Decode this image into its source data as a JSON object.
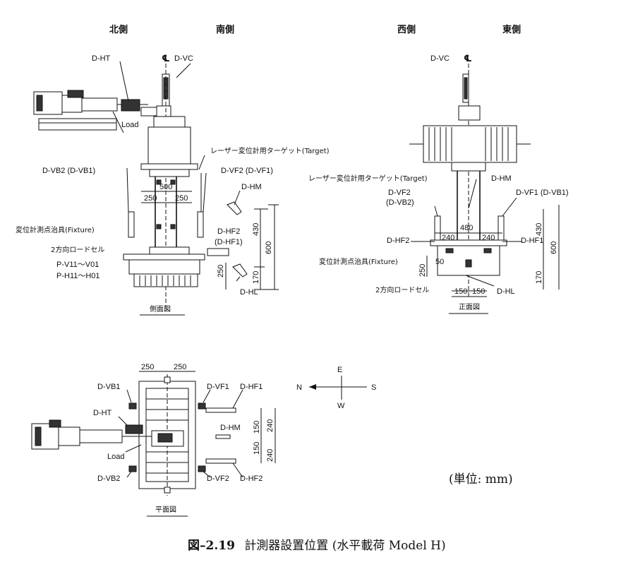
{
  "headers": {
    "north": "北側",
    "south": "南側",
    "west": "西側",
    "east": "東側"
  },
  "side_view": {
    "title": "側面図",
    "labels": {
      "dht": "D-HT",
      "cl": "℄",
      "dvc": "D-VC",
      "load": "Load",
      "dvb": "D-VB2 (D-VB1)",
      "target": "レーザー変位計用ターゲット(Target)",
      "dvf": "D-VF2 (D-VF1)",
      "dhm": "D-HM",
      "fixture": "変位計測点治具(Fixture)",
      "dhf2": "D-HF2",
      "dhf1": "(D-HF1)",
      "loadcell": "2方向ロードセル",
      "pv": "P-V11～V01",
      "ph": "P-H11～H01",
      "dhl": "D-HL"
    },
    "dims": {
      "d500": "500",
      "d250a": "250",
      "d250b": "250",
      "d430": "430",
      "d600": "600",
      "d170": "170",
      "d250c": "250"
    }
  },
  "front_view": {
    "title": "正面図",
    "labels": {
      "dvc": "D-VC",
      "cl": "℄",
      "target": "レーザー変位計用ターゲット(Target)",
      "dhm": "D-HM",
      "dvf2": "D-VF2",
      "dvb2": "(D-VB2)",
      "dvf1": "D-VF1 (D-VB1)",
      "dhf2": "D-HF2",
      "dhf1": "D-HF1",
      "fixture": "変位計測点治具(Fixture)",
      "loadcell": "2方向ロードセル",
      "dhl": "D-HL"
    },
    "dims": {
      "d480": "480",
      "d240a": "240",
      "d240b": "240",
      "d430": "430",
      "d600": "600",
      "d170": "170",
      "d250": "250",
      "d50": "50",
      "d150a": "150",
      "d150b": "150"
    }
  },
  "plan_view": {
    "title": "平面図",
    "labels": {
      "dvb1": "D-VB1",
      "dvf1": "D-VF1",
      "dhf1": "D-HF1",
      "dht": "D-HT",
      "dhm": "D-HM",
      "load": "Load",
      "dvb2": "D-VB2",
      "dvf2": "D-VF2",
      "dhf2": "D-HF2"
    },
    "dims": {
      "d250a": "250",
      "d250b": "250",
      "d240a": "240",
      "d150a": "150",
      "d150b": "150",
      "d240b": "240"
    }
  },
  "compass": {
    "e": "E",
    "n": "N",
    "s": "S",
    "w": "W"
  },
  "unit": "(単位:  mm)",
  "caption": {
    "number": "図–2.19",
    "text": "計測器設置位置 (水平載荷 Model H)"
  }
}
